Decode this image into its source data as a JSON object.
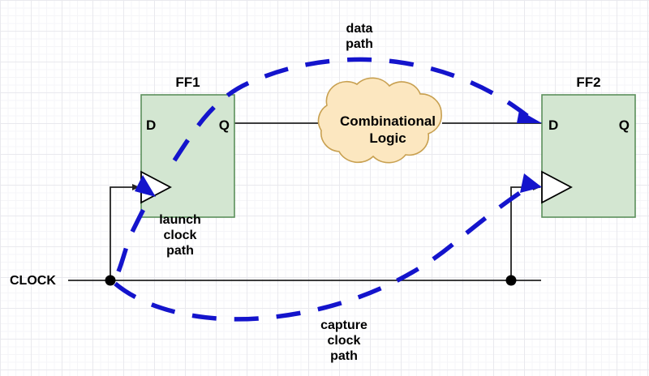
{
  "diagram": {
    "title_visible": false,
    "background": {
      "grid": true,
      "minor_grid_color": "#f5f5f8",
      "major_grid_color": "#e9e9ee",
      "page_color": "#ffffff"
    },
    "colors": {
      "flipflop_fill": "#d3e6d1",
      "flipflop_border": "#5b8f5b",
      "cloud_fill": "#fce7c0",
      "cloud_border": "#c8a050",
      "wire": "#222222",
      "highlight_path": "#1414cc",
      "text": "#000000"
    },
    "flipflops": [
      {
        "name": "ff1",
        "label": "FF1",
        "pins": {
          "d": "D",
          "q": "Q"
        }
      },
      {
        "name": "ff2",
        "label": "FF2",
        "pins": {
          "d": "D",
          "q": "Q"
        }
      }
    ],
    "combinational_logic": {
      "line1": "Combinational",
      "line2": "Logic"
    },
    "clock": {
      "label": "CLOCK"
    },
    "annotations": [
      {
        "name": "data-path",
        "lines": [
          "data",
          "path"
        ],
        "color": "#1414cc",
        "style": "dashed-arc"
      },
      {
        "name": "launch-clock-path",
        "lines": [
          "launch",
          "clock",
          "path"
        ],
        "color": "#1414cc",
        "style": "dashed-arc"
      },
      {
        "name": "capture-clock-path",
        "lines": [
          "capture",
          "clock",
          "path"
        ],
        "color": "#1414cc",
        "style": "dashed-arc"
      }
    ]
  }
}
